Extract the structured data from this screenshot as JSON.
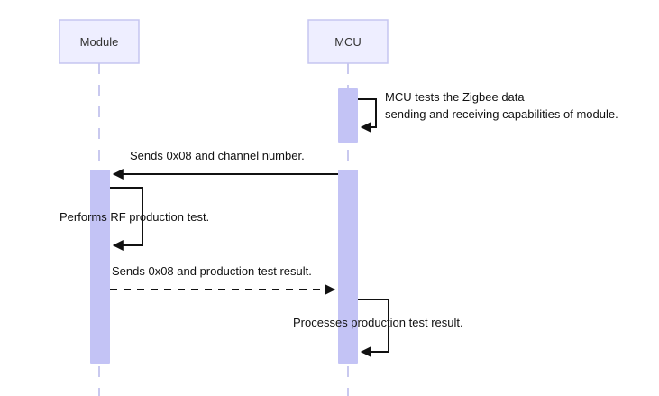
{
  "participants": {
    "module": "Module",
    "mcu": "MCU"
  },
  "messages": {
    "self_check_line1": "MCU tests the Zigbee data",
    "self_check_line2": "sending and receiving capabilities of module.",
    "send_channel": "Sends 0x08 and channel number.",
    "rf_test": "Performs RF production test.",
    "send_result": "Sends 0x08 and production test result.",
    "process_result": "Processes production test result."
  },
  "colors": {
    "participant_fill": "#eeeeff",
    "participant_border": "#c5c5f0",
    "activation": "#c3c3f5",
    "lifeline": "#c9c9ef",
    "arrow": "#111111"
  }
}
